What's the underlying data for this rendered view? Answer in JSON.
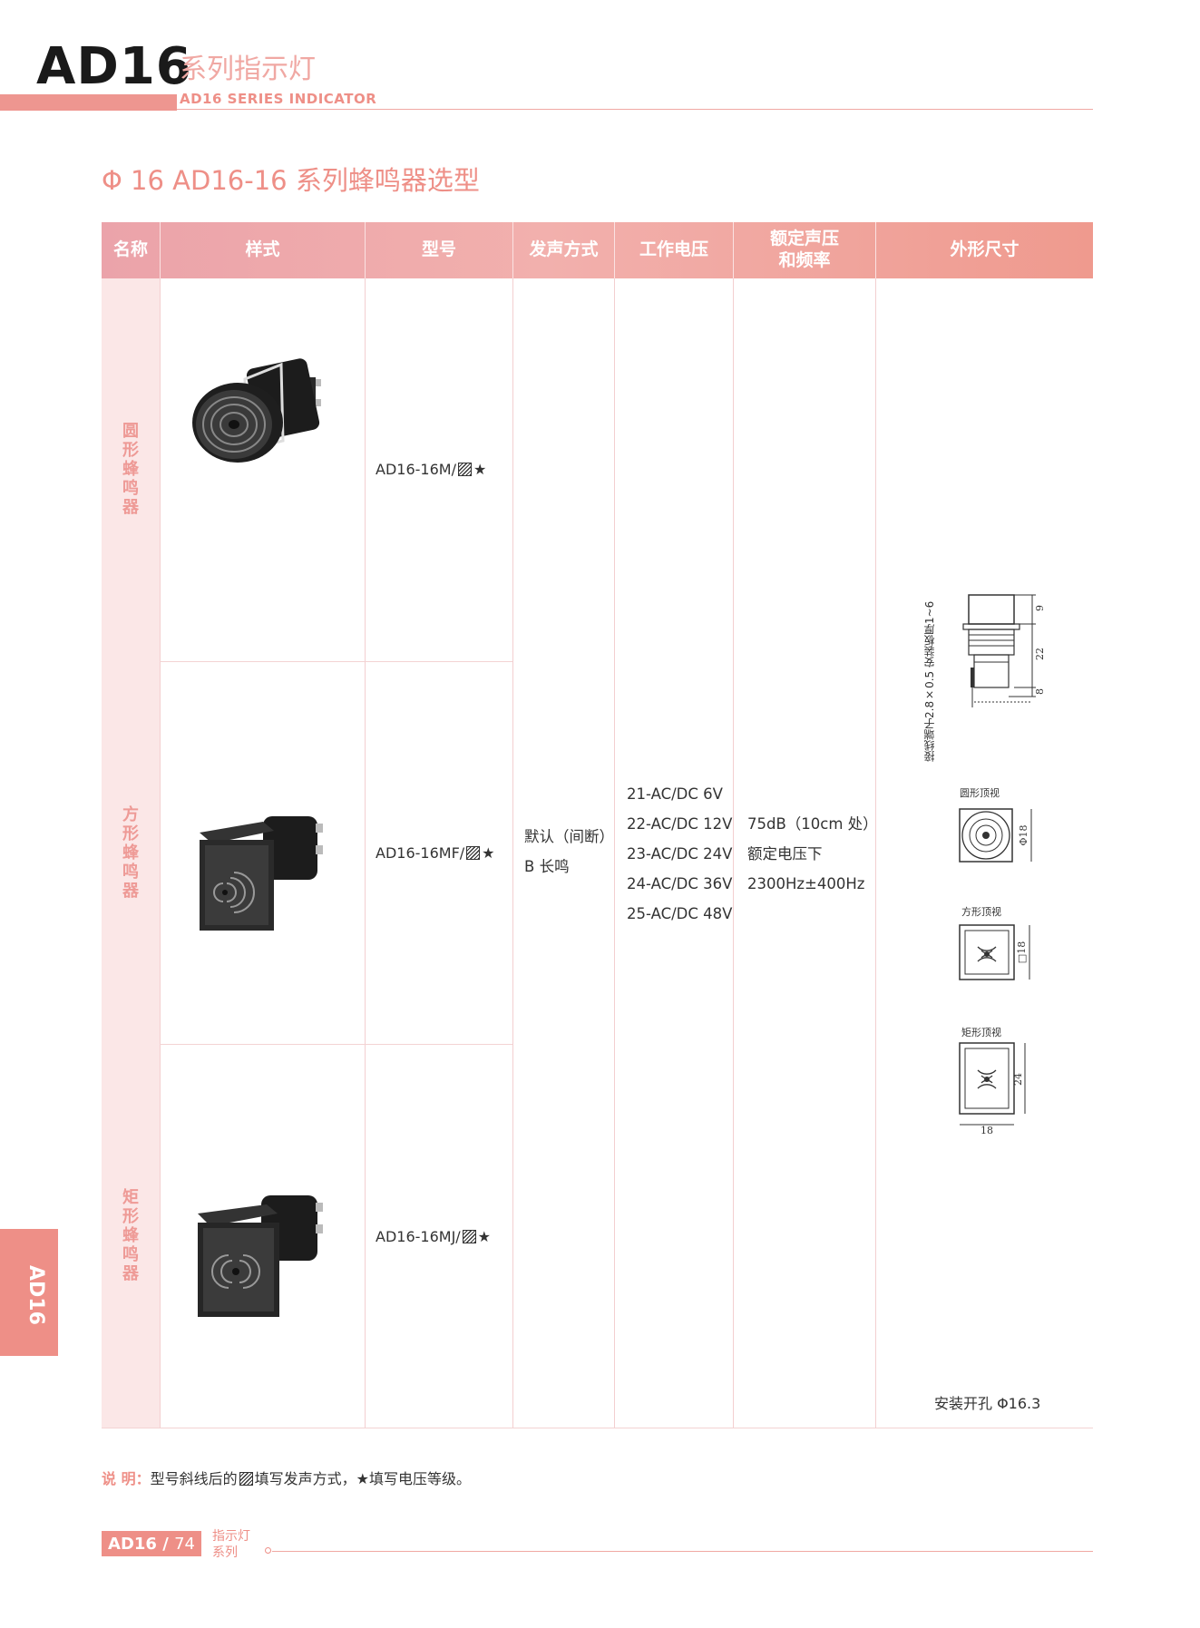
{
  "header": {
    "brand": "AD16",
    "title_cn": "系列指示灯",
    "title_en": "AD16 SERIES  INDICATOR"
  },
  "section_title": "Φ 16 AD16-16 系列蜂鸣器选型",
  "table": {
    "headers": {
      "name": "名称",
      "style": "样式",
      "model": "型号",
      "sound": "发声方式",
      "voltage": "工作电压",
      "rated_1": "额定声压",
      "rated_2": "和频率",
      "dimension": "外形尺寸"
    },
    "rows": [
      {
        "name": "圆形蜂鸣器",
        "model": "AD16-16M/"
      },
      {
        "name": "方形蜂鸣器",
        "model": "AD16-16MF/"
      },
      {
        "name": "矩形蜂鸣器",
        "model": "AD16-16MJ/"
      }
    ],
    "star": "★",
    "sound_modes": [
      "默认（间断）",
      "B 长鸣"
    ],
    "voltages": [
      "21-AC/DC 6V",
      "22-AC/DC 12V",
      "23-AC/DC 24V",
      "24-AC/DC 36V",
      "25-AC/DC 48V"
    ],
    "rated": [
      "75dB（10cm 处）",
      "额定电压下",
      "2300Hz±400Hz"
    ],
    "dimensions": {
      "side_label": "接线端子2.8×0.5 安装板厚1~6",
      "dim_9": "9",
      "dim_22": "22",
      "dim_8": "8",
      "round_top": "圆形顶视",
      "round_dia": "Φ18",
      "square_top": "方形顶视",
      "square_size": "□18",
      "rect_top": "矩形顶视",
      "rect_h": "24",
      "rect_w": "18",
      "panel_hole": "安装开孔 Φ16.3"
    }
  },
  "note": {
    "label": "说 明：",
    "text_1": "型号斜线后的",
    "text_2": "填写发声方式，★填写电压等级。"
  },
  "side_tab": "AD16",
  "footer": {
    "brand": "AD16 /",
    "page": "74",
    "series_1": "指示灯",
    "series_2": "系列"
  },
  "colors": {
    "accent": "#ee8f87",
    "accent_light": "#f0a8a3",
    "name_column_bg": "#fbe7e7"
  }
}
